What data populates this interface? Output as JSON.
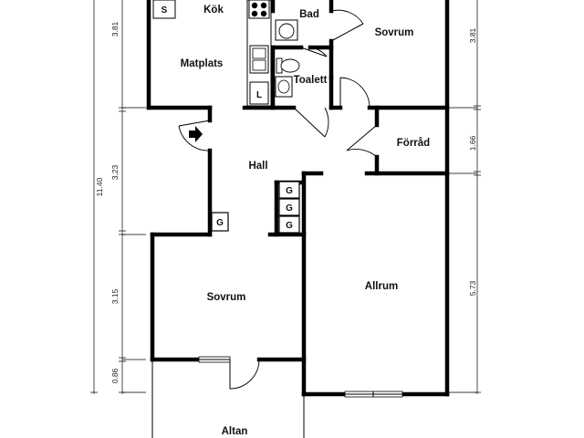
{
  "rooms": {
    "kok": "Kök",
    "matplats": "Matplats",
    "bad": "Bad",
    "toalett": "Toalett",
    "sovrum_top": "Sovrum",
    "forrad": "Förråd",
    "hall": "Hall",
    "sovrum_bottom": "Sovrum",
    "allrum": "Allrum",
    "altan": "Altan"
  },
  "fixtures": {
    "stove_s": "S",
    "fridge_l": "L",
    "closet_g_hall": "G",
    "closet_g_1": "G",
    "closet_g_2": "G",
    "closet_g_3": "G"
  },
  "dimensions": {
    "total_height": "11.40",
    "left": [
      "3.81",
      "3.23",
      "3.15",
      "0.86"
    ],
    "right": [
      "3.81",
      "1.66",
      "5.73"
    ]
  }
}
